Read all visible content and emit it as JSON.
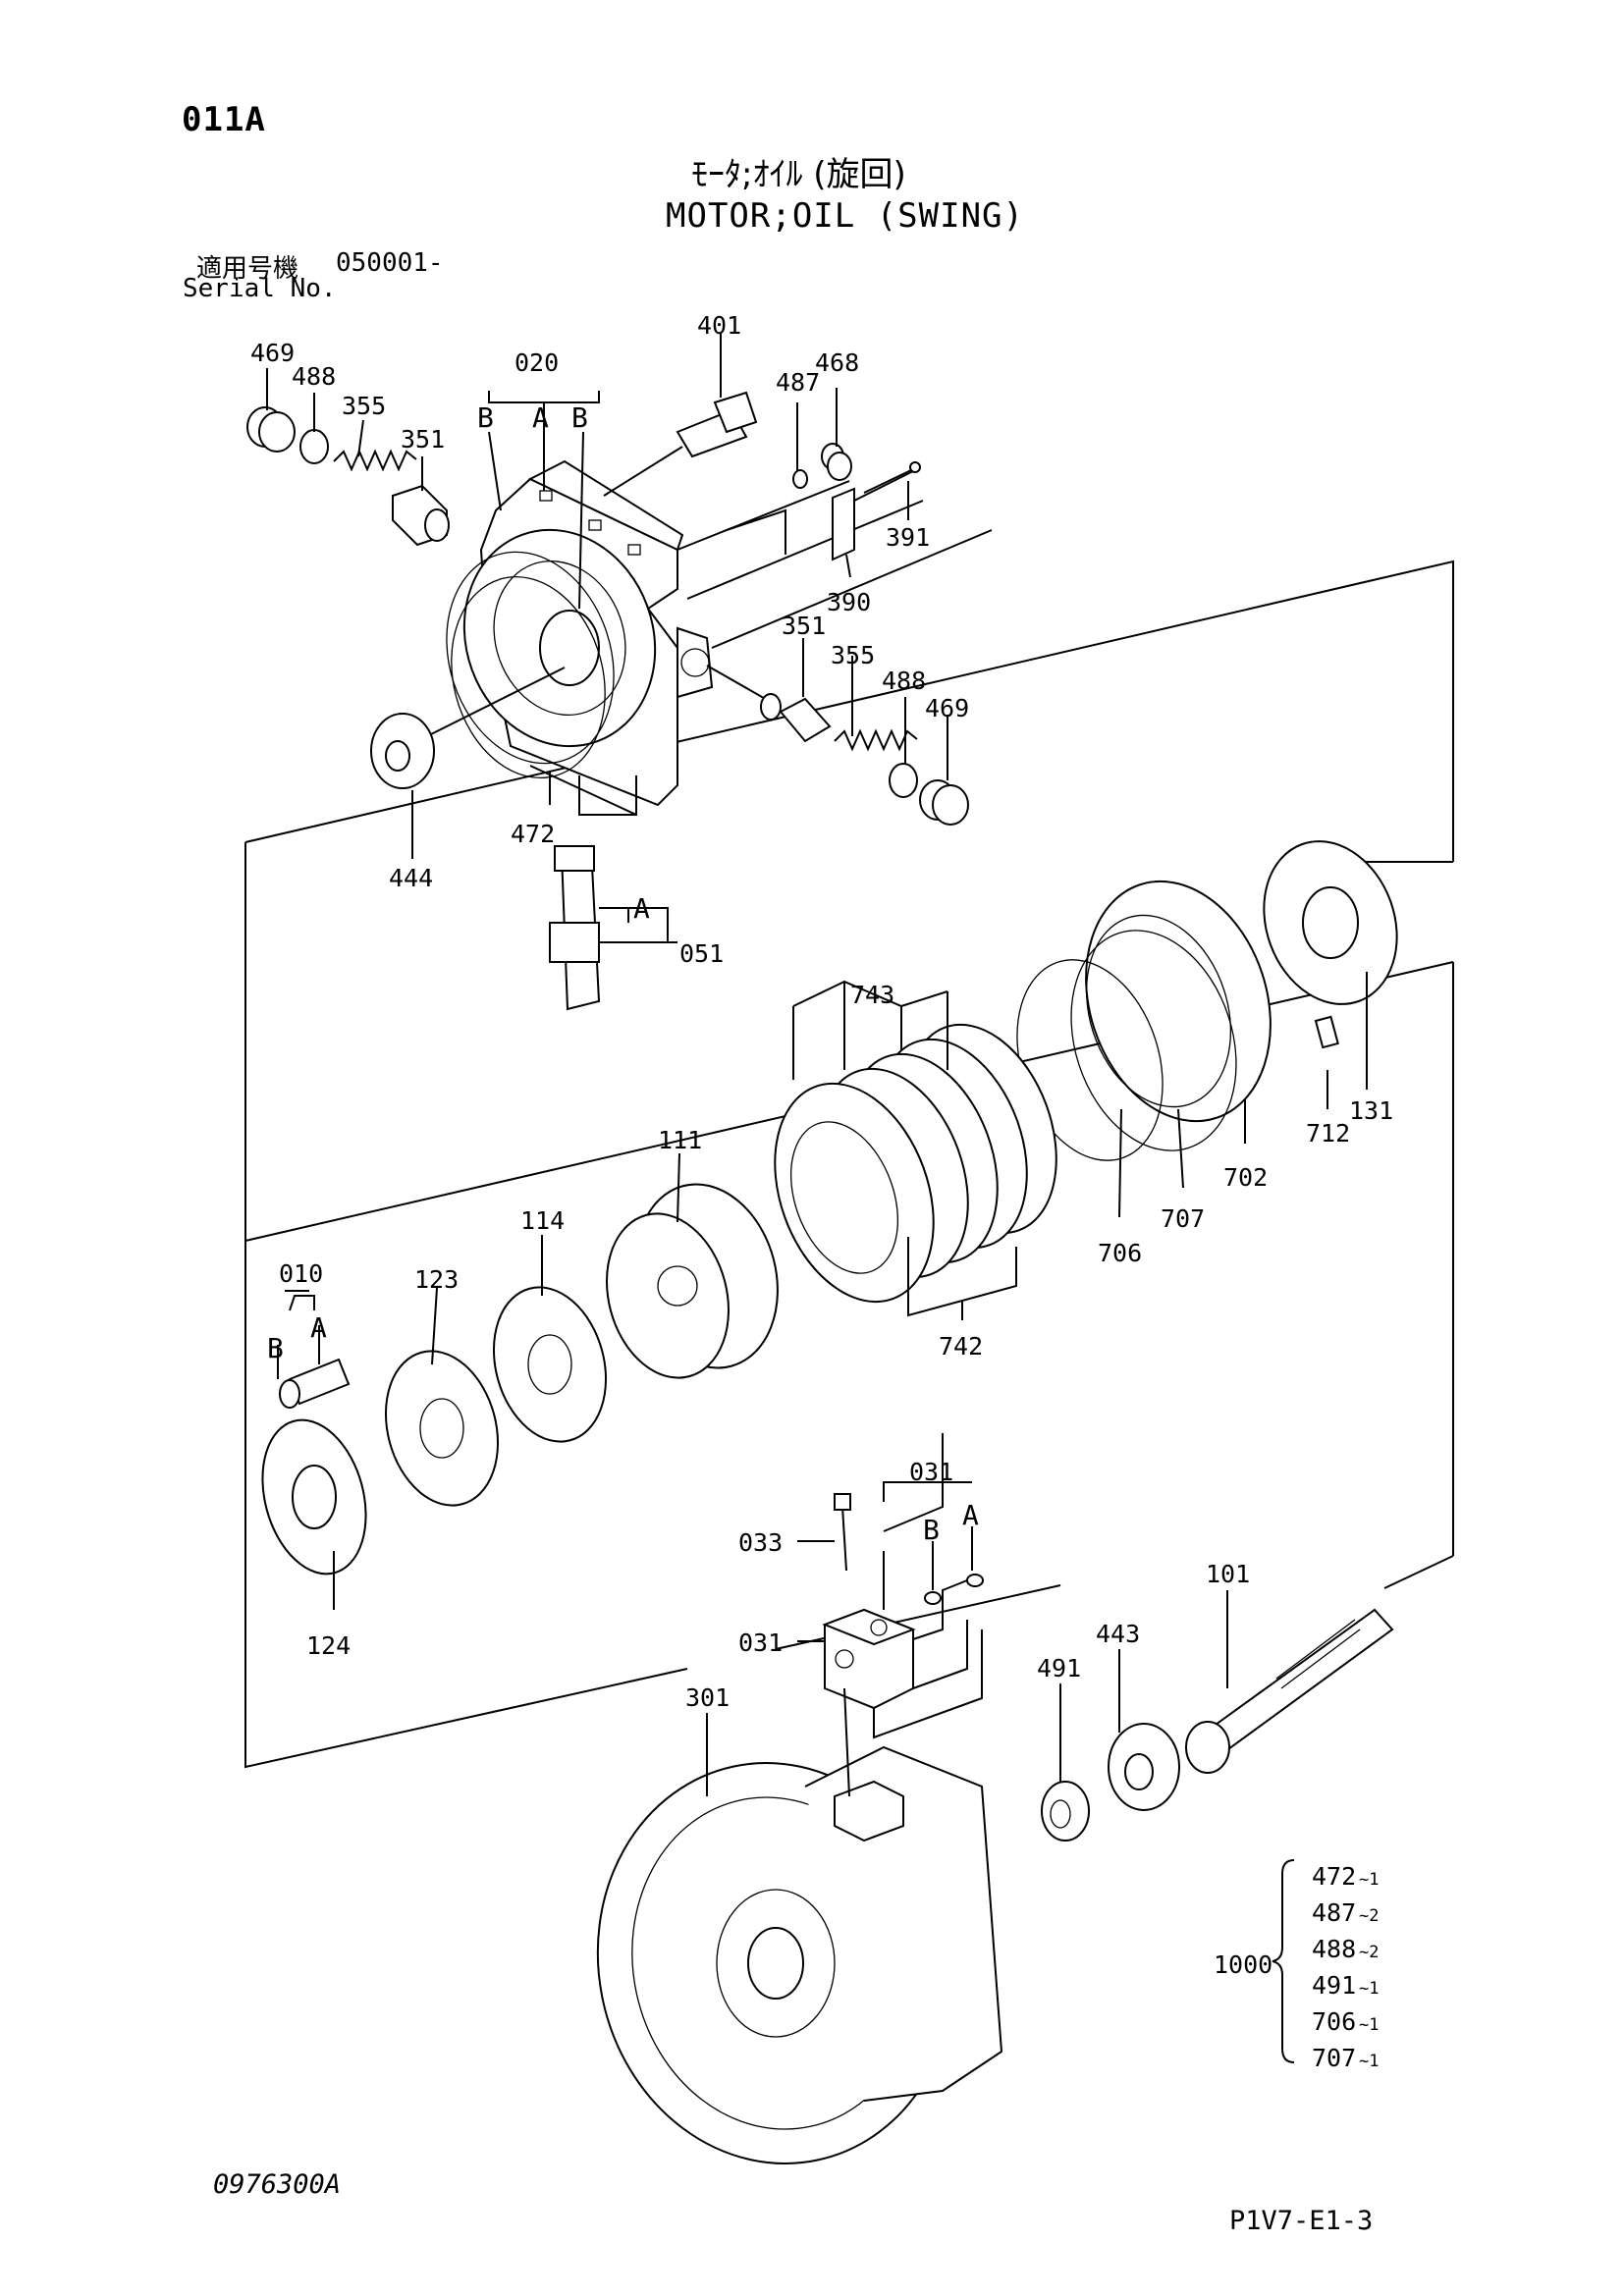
{
  "header": {
    "page_code": "011A",
    "title_jp": "ﾓｰﾀ;ｵｲﾙ (旋回)",
    "title_en": "MOTOR;OIL (SWING)",
    "serial_label_jp": "適用号機",
    "serial_value": "050001-",
    "serial_label_en": "Serial No."
  },
  "footer": {
    "drawing_no": "0976300A",
    "page_ref": "P1V7-E1-3"
  },
  "callouts": {
    "c020": "020",
    "c401": "401",
    "c469a": "469",
    "c488a": "488",
    "c355a": "355",
    "c351a": "351",
    "c487": "487",
    "c468": "468",
    "c391": "391",
    "c390": "390",
    "c351b": "351",
    "c355b": "355",
    "c488b": "488",
    "c469b": "469",
    "c472": "472",
    "c444": "444",
    "c051": "051",
    "c743": "743",
    "c111": "111",
    "c114": "114",
    "c010": "010",
    "c123": "123",
    "c712": "712",
    "c131": "131",
    "c702": "702",
    "c707": "707",
    "c706": "706",
    "c742": "742",
    "c124": "124",
    "c031a": "031",
    "c033": "033",
    "c031b": "031",
    "c101": "101",
    "c443": "443",
    "c491": "491",
    "c301": "301"
  },
  "letters": {
    "b020a": "B",
    "a020": "A",
    "b020b": "B",
    "a051": "A",
    "b010": "B",
    "a010": "A",
    "b031": "B",
    "a031": "A"
  },
  "kit": {
    "label": "1000",
    "items": [
      {
        "part": "472",
        "qty": "~1"
      },
      {
        "part": "487",
        "qty": "~2"
      },
      {
        "part": "488",
        "qty": "~2"
      },
      {
        "part": "491",
        "qty": "~1"
      },
      {
        "part": "706",
        "qty": "~1"
      },
      {
        "part": "707",
        "qty": "~1"
      }
    ]
  }
}
